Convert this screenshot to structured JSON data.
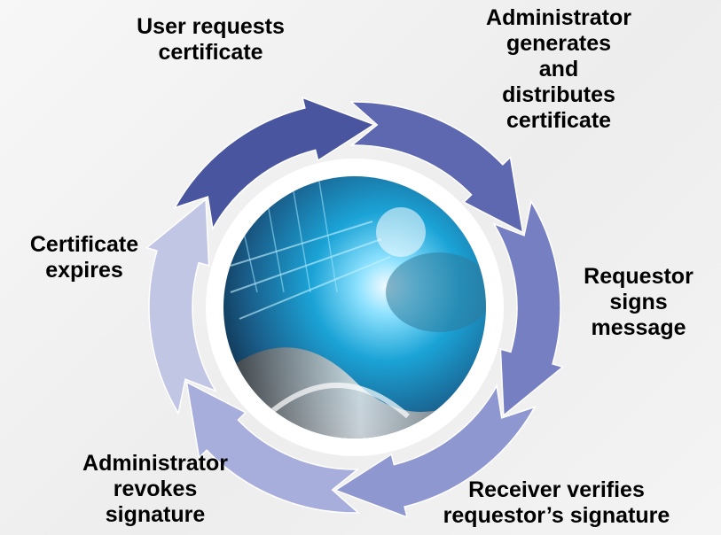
{
  "diagram": {
    "type": "cycle",
    "steps": [
      {
        "label": "User requests\ncertificate",
        "color": "#4a559f"
      },
      {
        "label": "Administrator\ngenerates\nand\ndistributes\ncertificate",
        "color": "#5e68b0"
      },
      {
        "label": "Requestor\nsigns\nmessage",
        "color": "#767fc1"
      },
      {
        "label": "Receiver verifies\nrequestor’s signature",
        "color": "#8e97cf"
      },
      {
        "label": "Administrator\nrevokes\nsignature",
        "color": "#a8aedb"
      },
      {
        "label": "Certificate\nexpires",
        "color": "#c2c6e5"
      }
    ],
    "center_image": "network-globe-image"
  }
}
